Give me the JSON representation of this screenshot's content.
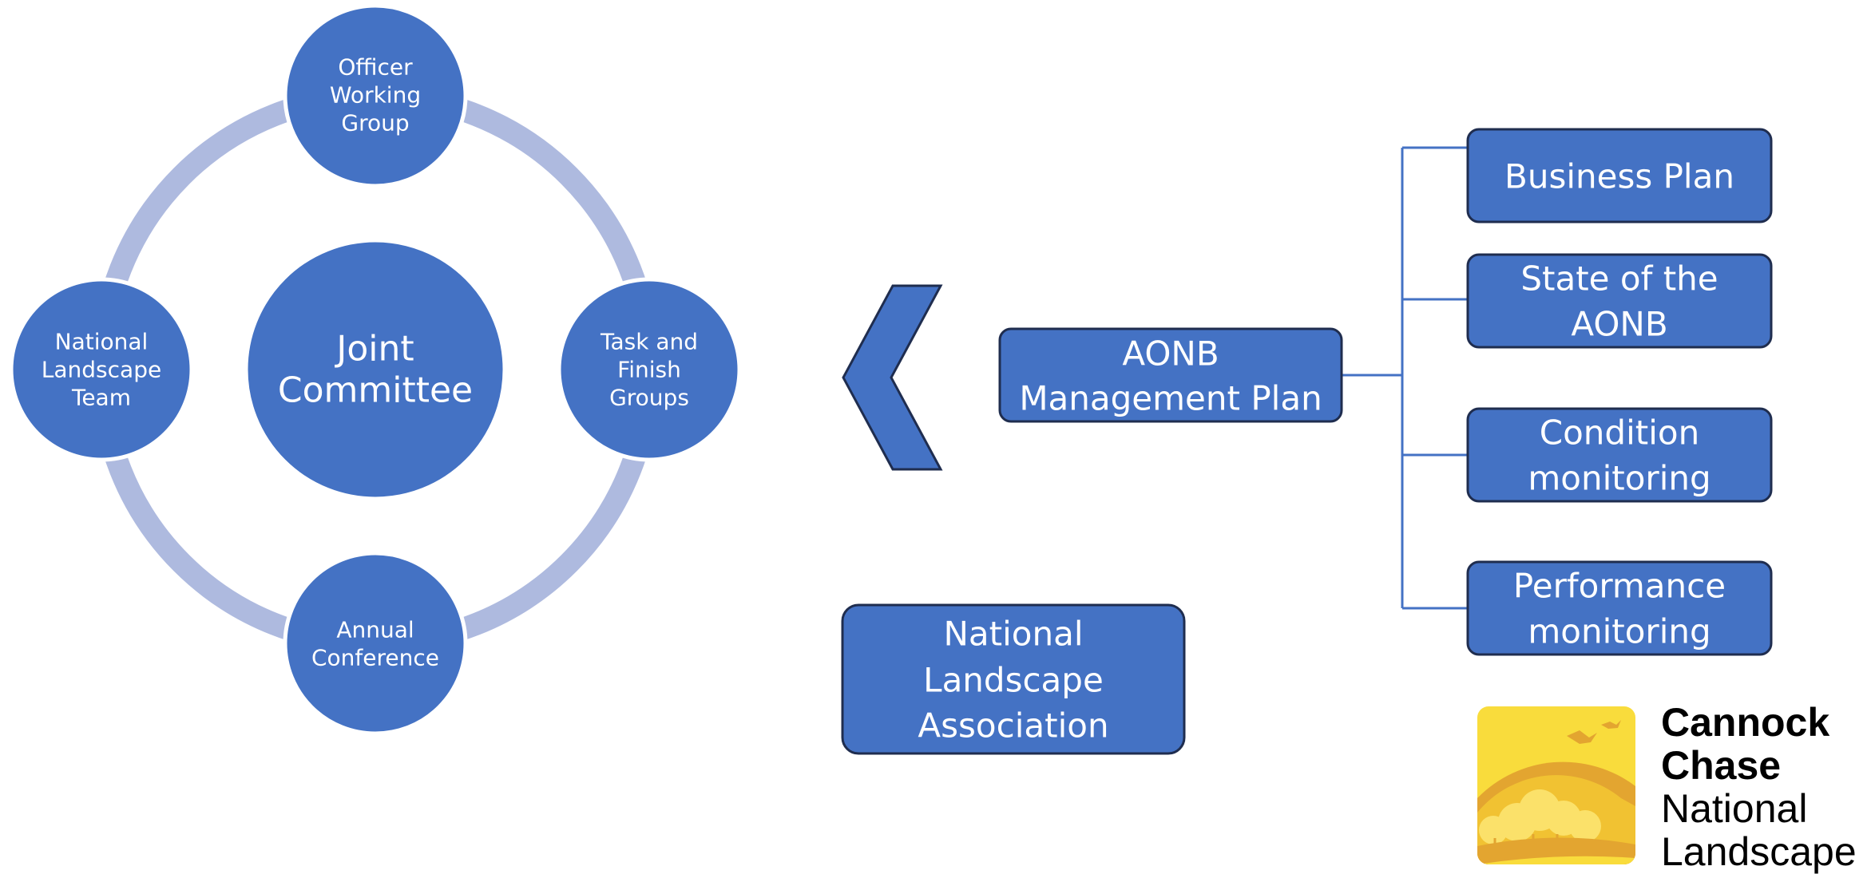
{
  "cycle": {
    "center": [
      "Joint",
      "Committee"
    ],
    "top": [
      "Officer",
      "Working",
      "Group"
    ],
    "right": [
      "Task and",
      "Finish",
      "Groups"
    ],
    "bottom": [
      "Annual",
      "Conference"
    ],
    "left": [
      "National",
      "Landscape",
      "Team"
    ]
  },
  "management_plan": [
    "AONB",
    "Management Plan"
  ],
  "children": {
    "business_plan": [
      "Business Plan"
    ],
    "state_aonb": [
      "State of the",
      "AONB"
    ],
    "condition": [
      "Condition",
      "monitoring"
    ],
    "performance": [
      "Performance",
      "monitoring"
    ]
  },
  "association": [
    "National",
    "Landscape",
    "Association"
  ],
  "logo": {
    "line1": "Cannock",
    "line2": "Chase",
    "line3": "National",
    "line4": "Landscape"
  },
  "colors": {
    "node_fill": "#4472c4",
    "ring": "#aebadf",
    "outline": "#1f2d4f",
    "connector": "#4472c4",
    "logo_yellow": "#f9dc3c",
    "logo_gold": "#e3a530"
  }
}
